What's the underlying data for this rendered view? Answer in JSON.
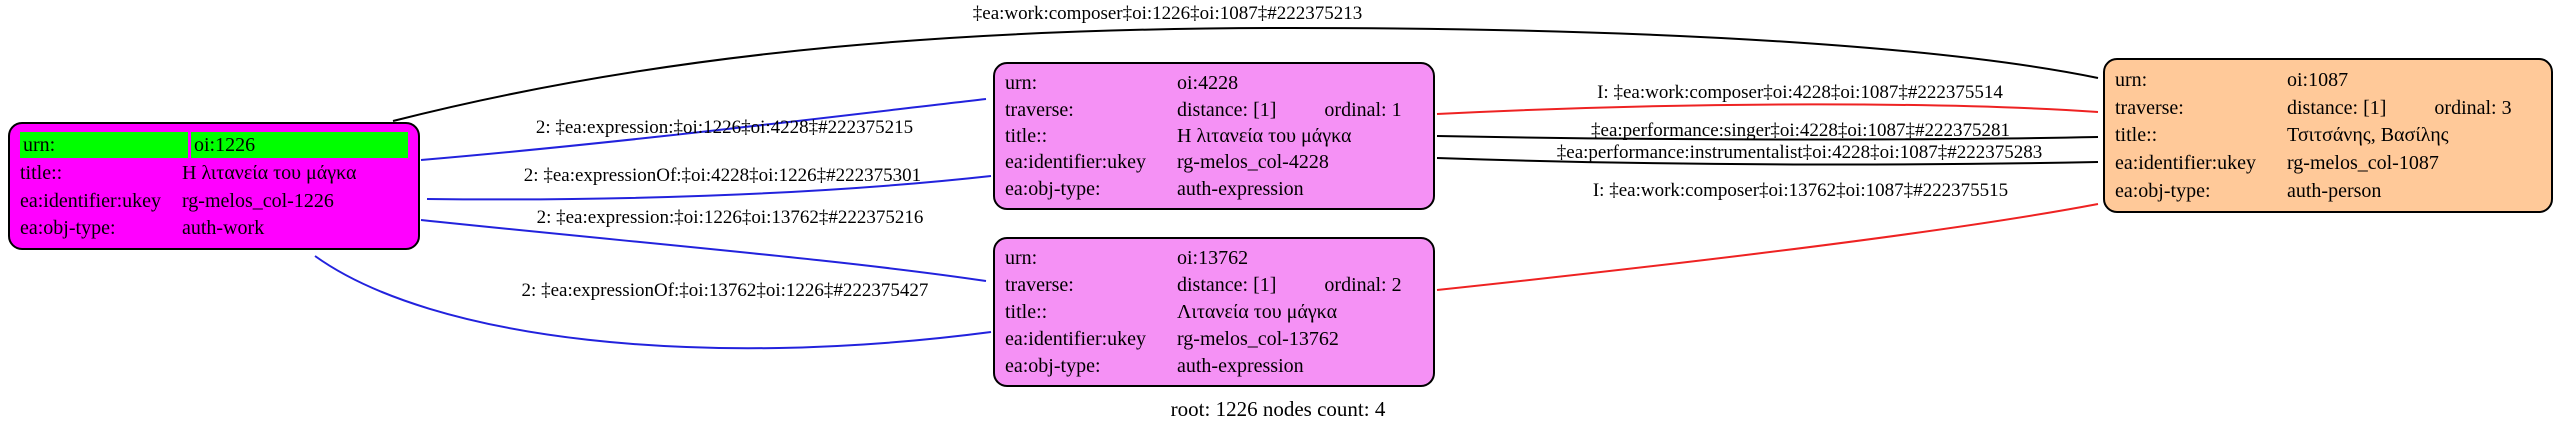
{
  "caption": "root: 1226 nodes count: 4",
  "colors": {
    "root_fill": "#FF00FF",
    "root_highlight": "#00FF00",
    "expression_fill": "#F591F5",
    "person_fill": "#FFC999",
    "edge_black": "#000000",
    "edge_blue": "#2222DD",
    "edge_red": "#EE2222"
  },
  "nodes": [
    {
      "name": "oi:1226",
      "rows": [
        {
          "label": "urn:",
          "value": "oi:1226"
        },
        {
          "label": "title::",
          "value": "Η λιτανεία του μάγκα"
        },
        {
          "label": "ea:identifier:ukey",
          "value": "rg-melos_col-1226"
        },
        {
          "label": "ea:obj-type:",
          "value": "auth-work"
        }
      ]
    },
    {
      "name": "oi:4228",
      "rows": [
        {
          "label": "urn:",
          "value": "oi:4228"
        },
        {
          "label": "traverse:",
          "value": "distance: [1]",
          "value2": "ordinal: 1"
        },
        {
          "label": "title::",
          "value": "Η λιτανεία του μάγκα"
        },
        {
          "label": "ea:identifier:ukey",
          "value": "rg-melos_col-4228"
        },
        {
          "label": "ea:obj-type:",
          "value": "auth-expression"
        }
      ]
    },
    {
      "name": "oi:13762",
      "rows": [
        {
          "label": "urn:",
          "value": "oi:13762"
        },
        {
          "label": "traverse:",
          "value": "distance: [1]",
          "value2": "ordinal: 2"
        },
        {
          "label": "title::",
          "value": "Λιτανεία του μάγκα"
        },
        {
          "label": "ea:identifier:ukey",
          "value": "rg-melos_col-13762"
        },
        {
          "label": "ea:obj-type:",
          "value": "auth-expression"
        }
      ]
    },
    {
      "name": "oi:1087",
      "rows": [
        {
          "label": "urn:",
          "value": "oi:1087"
        },
        {
          "label": "traverse:",
          "value": "distance: [1]",
          "value2": "ordinal: 3"
        },
        {
          "label": "title::",
          "value": "Τσιτσάνης, Βασίλης"
        },
        {
          "label": "ea:identifier:ukey",
          "value": "rg-melos_col-1087"
        },
        {
          "label": "ea:obj-type:",
          "value": "auth-person"
        }
      ]
    }
  ],
  "edges": [
    {
      "label": "‡ea:work:composer‡oi:1226‡oi:1087‡#222375213",
      "color": "black"
    },
    {
      "label": "2: ‡ea:expression:‡oi:1226‡oi:4228‡#222375215",
      "color": "blue"
    },
    {
      "label": "2: ‡ea:expressionOf:‡oi:4228‡oi:1226‡#222375301",
      "color": "blue"
    },
    {
      "label": "2: ‡ea:expression:‡oi:1226‡oi:13762‡#222375216",
      "color": "blue"
    },
    {
      "label": "2: ‡ea:expressionOf:‡oi:13762‡oi:1226‡#222375427",
      "color": "blue"
    },
    {
      "label": "I: ‡ea:work:composer‡oi:4228‡oi:1087‡#222375514",
      "color": "red"
    },
    {
      "label": "‡ea:performance:singer‡oi:4228‡oi:1087‡#222375281",
      "color": "black"
    },
    {
      "label": "‡ea:performance:instrumentalist‡oi:4228‡oi:1087‡#222375283",
      "color": "black"
    },
    {
      "label": "I: ‡ea:work:composer‡oi:13762‡oi:1087‡#222375515",
      "color": "red"
    }
  ]
}
